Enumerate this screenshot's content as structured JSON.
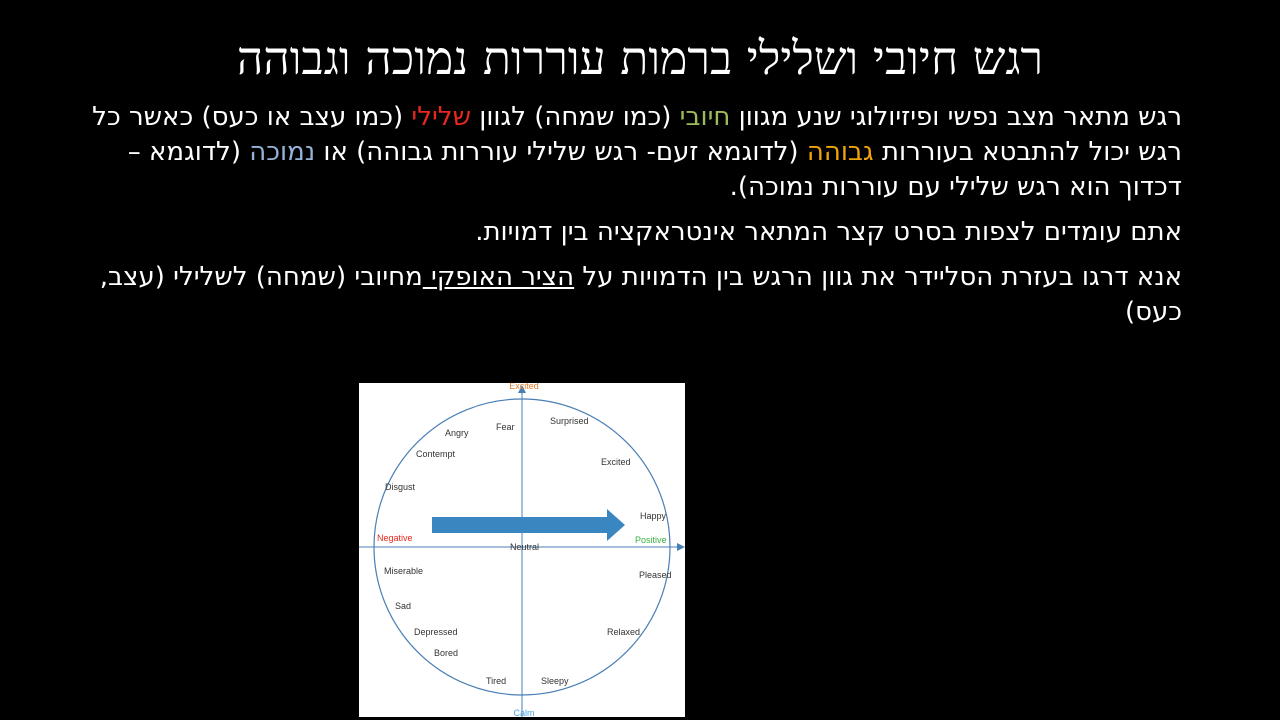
{
  "slide": {
    "title": "רגש חיובי ושלילי ברמות עוררות נמוכה וגבוהה",
    "p1": {
      "t1": "רגש מתאר מצב נפשי ופיזיולוגי שנע מגוון ",
      "positive": "חיובי",
      "t2": " (כמו שמחה) לגוון ",
      "negative": "שלילי",
      "t3": " (כמו עצב או כעס) כאשר כל רגש יכול להתבטא בעוררות ",
      "high": "גבוהה",
      "t4": " (לדוגמא זעם- רגש שלילי עוררות גבוהה) או ",
      "low": "נמוכה",
      "t5": " (לדוגמא – דכדוך הוא רגש שלילי עם עוררות נמוכה)."
    },
    "p2": "אתם עומדים לצפות בסרט קצר המתאר אינטראקציה בין דמויות.",
    "p3": {
      "t1": "אנא דרגו בעזרת הסליידר את גוון הרגש בין הדמויות על ",
      "underlined": "הציר האופקי ",
      "t2": "מחיובי (שמחה) לשלילי (עצב, כעס)"
    }
  },
  "figure": {
    "axis_top": "Excited",
    "axis_bottom": "Calm",
    "axis_left": "Negative",
    "axis_right": "Positive",
    "center": "Neutral",
    "emotions": {
      "fear": "Fear",
      "angry": "Angry",
      "surprised": "Surprised",
      "excited": "Excited",
      "contempt": "Contempt",
      "disgust": "Disgust",
      "happy": "Happy",
      "pleased": "Pleased",
      "miserable": "Miserable",
      "sad": "Sad",
      "depressed": "Depressed",
      "relaxed": "Relaxed",
      "bored": "Bored",
      "tired": "Tired",
      "sleepy": "Sleepy"
    },
    "colors": {
      "axis": "#4a7fb5",
      "circle": "#4a7fb5",
      "arrow": "#3a86c0",
      "negative": "#e8281e",
      "positive": "#3cb043",
      "top": "#e07b2a",
      "bottom": "#4aa3df"
    }
  }
}
